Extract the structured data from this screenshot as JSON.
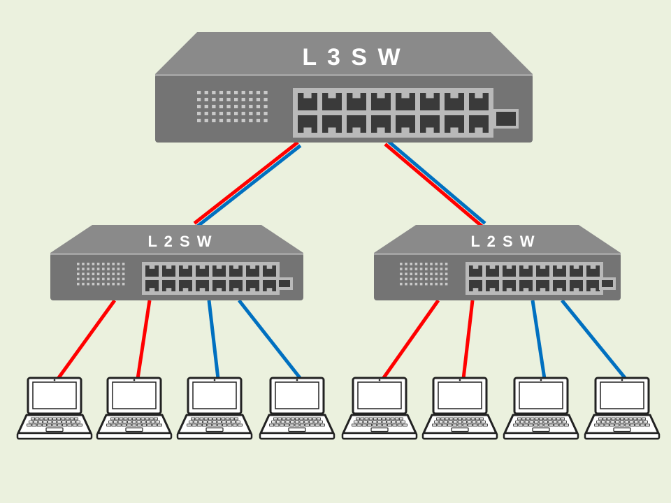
{
  "background": "#ebf1de",
  "colors": {
    "red_link": "#ff0000",
    "blue_link": "#0070c0",
    "switch_front": "#747474",
    "switch_top": "#8a8a8a",
    "port_panel": "#b9b9b9",
    "laptop_outline": "#222222"
  },
  "switches": {
    "core": {
      "label": "L 3 S W",
      "icon": "network-switch-icon"
    },
    "left": {
      "label": "L 2 S W",
      "icon": "network-switch-icon"
    },
    "right": {
      "label": "L 2 S W",
      "icon": "network-switch-icon"
    }
  },
  "uplinks": [
    {
      "from": "core",
      "to": "left",
      "colors": [
        "red",
        "blue"
      ]
    },
    {
      "from": "core",
      "to": "right",
      "colors": [
        "red",
        "blue"
      ]
    }
  ],
  "laptops": [
    {
      "switch": "left",
      "link": "red",
      "icon": "laptop-icon"
    },
    {
      "switch": "left",
      "link": "red",
      "icon": "laptop-icon"
    },
    {
      "switch": "left",
      "link": "blue",
      "icon": "laptop-icon"
    },
    {
      "switch": "left",
      "link": "blue",
      "icon": "laptop-icon"
    },
    {
      "switch": "right",
      "link": "red",
      "icon": "laptop-icon"
    },
    {
      "switch": "right",
      "link": "red",
      "icon": "laptop-icon"
    },
    {
      "switch": "right",
      "link": "blue",
      "icon": "laptop-icon"
    },
    {
      "switch": "right",
      "link": "blue",
      "icon": "laptop-icon"
    }
  ]
}
